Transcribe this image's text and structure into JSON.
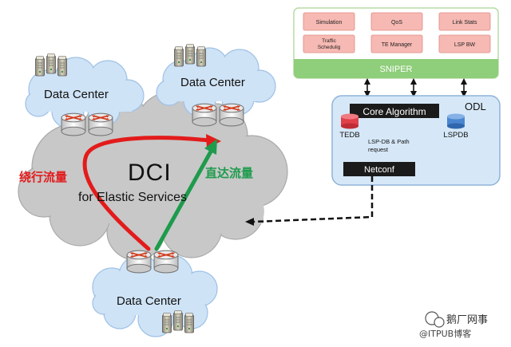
{
  "sniper": {
    "modules": [
      "Simulation",
      "QoS",
      "Link Stats",
      "Traffic Schedulig",
      "TE Manager",
      "LSP BW"
    ],
    "title": "SNIPER",
    "colors": {
      "module_fill": "#f7b9b3",
      "module_stroke": "#e08a83",
      "bar": "#8fce7a",
      "panel_stroke": "#b7dba6"
    }
  },
  "odl": {
    "label": "ODL",
    "core_algorithm": "Core Algorithm",
    "tedb": "TEDB",
    "lspdb": "LSPDB",
    "path_request_line1": "LSP-DB & Path",
    "path_request_line2": "request",
    "netconf": "Netconf",
    "colors": {
      "panel_fill": "#d6e8f8",
      "panel_stroke": "#8fb3d9",
      "dark_box": "#1b1b1b",
      "tedb": "#e0404a",
      "lspdb": "#4a86d0"
    }
  },
  "network": {
    "dci_title": "DCI",
    "dci_subtitle": "for Elastic Services",
    "data_center_left": "Data Center",
    "data_center_top": "Data Center",
    "data_center_bottom": "Data Center",
    "detour_flow": "绕行流量",
    "direct_flow": "直达流量",
    "colors": {
      "cloud_big": "#c8c8c8",
      "cloud_small": "#cfe3f6",
      "detour": "#e31b1b",
      "direct": "#1e9b4c"
    }
  },
  "watermark": {
    "line1": "鹅厂网事",
    "line2": "@ITPUB博客"
  }
}
